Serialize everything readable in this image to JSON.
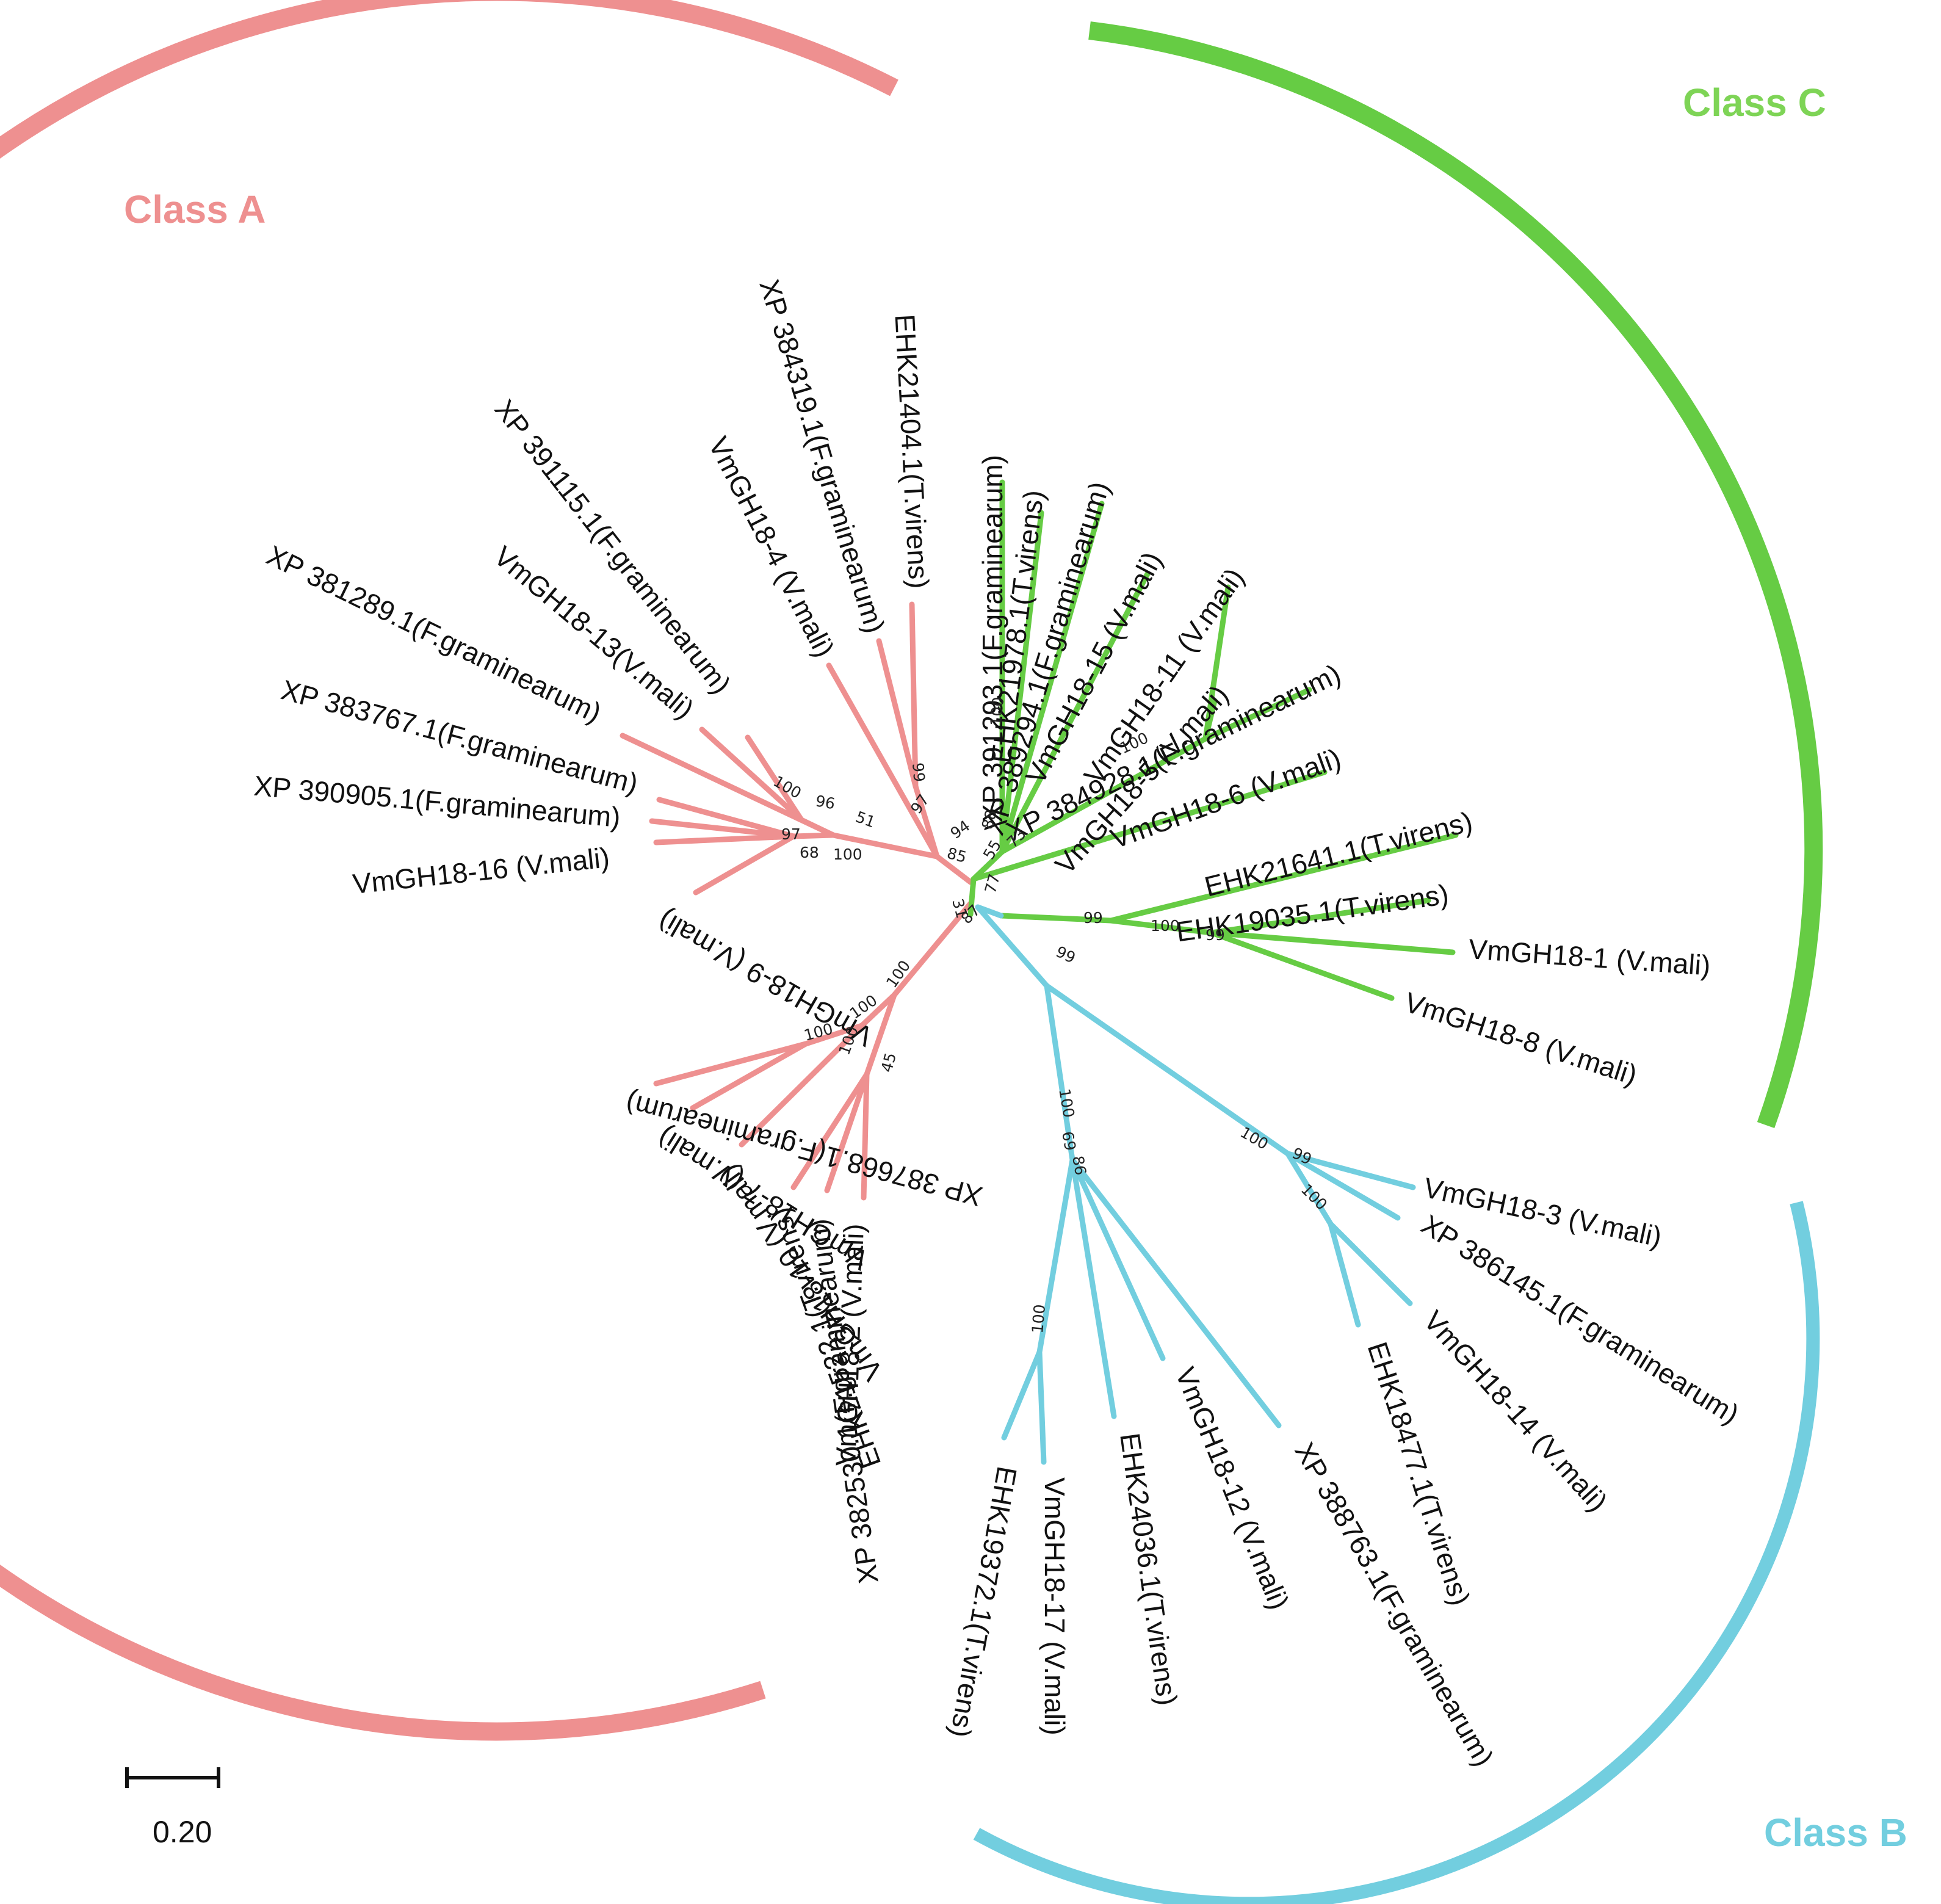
{
  "colors": {
    "class_a": "#ee9090",
    "class_b": "#72cedf",
    "class_c": "#66cc44",
    "text": "#111111"
  },
  "class_labels": {
    "a": "Class A",
    "b": "Class B",
    "c": "Class C"
  },
  "scale_bar": {
    "label": "0.20"
  },
  "leaves": {
    "xp391293": "XP 391293.1(F.graminearum)",
    "ehk21978": "EHK21978.1(T.virens)",
    "xp389294": "XP 389294.1(F.graminearum)",
    "vm15": "VmGH18-15 (V.mali)",
    "vm11": "VmGH18-11 (V.mali)",
    "vm5": "VmGH18-5 (V.mali)",
    "xp384928": "XP 384928.1(F.graminearum)",
    "vm6": "VmGH18-6 (V.mali)",
    "ehk21641": "EHK21641.1(T.virens)",
    "ehk19035": "EHK19035.1(T.virens)",
    "vm1": "VmGH18-1 (V.mali)",
    "vm8": "VmGH18-8 (V.mali)",
    "vm3": "VmGH18-3 (V.mali)",
    "xp386145": "XP 386145.1(F.graminearum)",
    "vm14": "VmGH18-14 (V.mali)",
    "ehk18477": "EHK18477.1(T.virens)",
    "xp388763": "XP 388763.1(F.graminearum)",
    "vm12": "VmGH18-12 (V.mali)",
    "ehk24036": "EHK24036.1(T.virens)",
    "vm17": "VmGH18-17 (V.mali)",
    "ehk19372": "EHK19372.1(T.virens)",
    "vm2": "VmGH18-2 (V.mali)",
    "xp382530": "XP 382530.1(F.graminearum)",
    "ehk21522": "EHK21522.1(T.virens)",
    "vm10": "VmGH18-10 (V.mali)",
    "vm7": "VmGH18-7 (V.mali)",
    "xp387668": "XP 387668.1(F.graminearum)",
    "vm9": "VmGH18-9 (V.mali)",
    "vm16": "VmGH18-16 (V.mali)",
    "xp390905": "XP 390905.1(F.graminearum)",
    "xp383767": "XP 383767.1(F.graminearum)",
    "xp381289": "XP 381289.1(F.graminearum)",
    "vm13": "VmGH18-13(V.mali)",
    "xp391115": "XP 391115.1(F.graminearum)",
    "vm4": "VmGH18-4 (V.mali)",
    "xp384319": "XP 384319.1(F.graminearum)",
    "ehk21404": "EHK21404.1(T.virens)"
  },
  "bootstrap": {
    "b01": "99",
    "b02": "97",
    "b03": "94",
    "b04": "85",
    "b05": "100",
    "b06": "96",
    "b07": "51",
    "b08": "97",
    "b09": "68",
    "b10": "100",
    "b11": "88",
    "b12": "100",
    "b13": "55",
    "b14": "73",
    "b15": "100",
    "b16": "77",
    "b17": "31",
    "b18": "87",
    "b19": "99",
    "b20": "100",
    "b21": "99",
    "b22": "99",
    "b23": "100",
    "b24": "100",
    "b25": "100",
    "b26": "100",
    "b27": "45",
    "b28": "100",
    "b29": "69",
    "b30": "86",
    "b31": "100",
    "b32": "100",
    "b33": "99",
    "b34": "100"
  }
}
